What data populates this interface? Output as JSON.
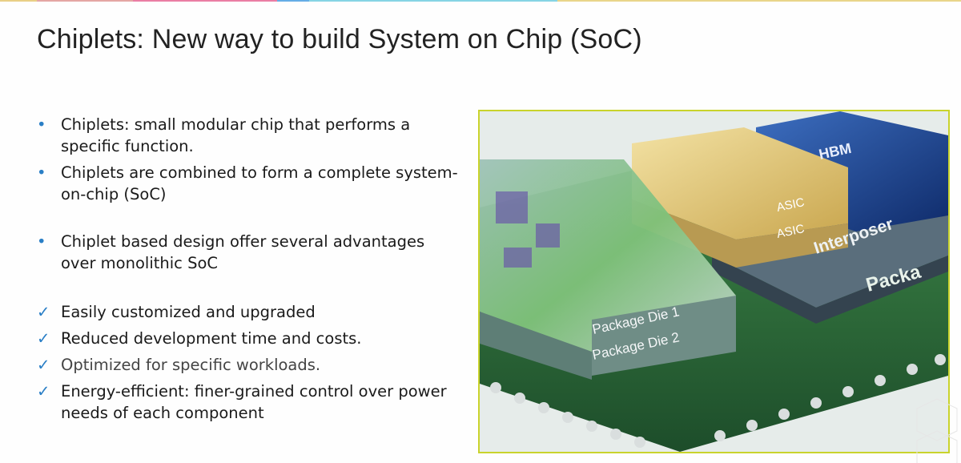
{
  "slide": {
    "title": "Chiplets: New way to build System on Chip (SoC)",
    "bullets": [
      {
        "marker": "•",
        "text": "Chiplets: small modular chip that performs a specific function."
      },
      {
        "marker": "•",
        "text": "Chiplets are combined to form a complete system-on-chip (SoC)"
      },
      {
        "marker": "•",
        "text": "Chiplet based design offer several advantages over monolithic SoC"
      }
    ],
    "advantages": [
      {
        "marker": "✓",
        "text": "Easily customized and upgraded"
      },
      {
        "marker": "✓",
        "text": "Reduced development time and costs."
      },
      {
        "marker": "✓",
        "text": "Optimized for specific workloads."
      },
      {
        "marker": "✓",
        "text": "Energy-efficient: finer-grained control over power needs of each component"
      }
    ]
  },
  "figure": {
    "labels": {
      "hbm": "HBM",
      "asic_top": "ASIC",
      "asic_bottom": "ASIC",
      "interposer": "Interposer",
      "package": "Packa",
      "die1": "Package Die 1",
      "die2": "Package Die 2"
    }
  },
  "colors": {
    "accent": "#2a7fc6",
    "frame": "#c9d32c"
  }
}
